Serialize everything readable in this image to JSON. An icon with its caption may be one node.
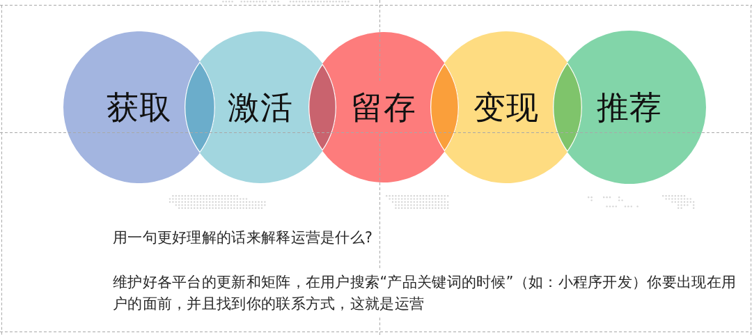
{
  "diagram": {
    "nodes": [
      {
        "text": [
          "获取"
        ]
      },
      {
        "text": [
          "激活"
        ]
      },
      {
        "text": [
          "留存"
        ]
      },
      {
        "text": [
          "变现"
        ]
      },
      {
        "text": [
          "推荐"
        ]
      }
    ],
    "labels": [
      "用一句更好理解的话来解释运营是什么?",
      "维护好各平台的更新和矩阵，在用户搜索“产品关键词的时候”（如：小程序开发）你要出现在用户的面前，并且找到你的联系方式，这就是运营"
    ]
  }
}
